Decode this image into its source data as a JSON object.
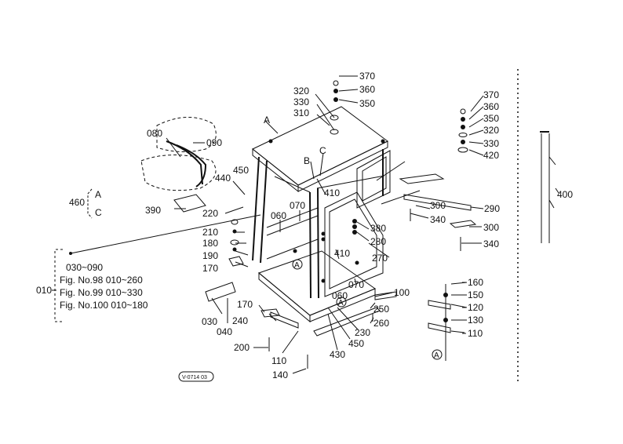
{
  "parts": {
    "p370a": "370",
    "p360a": "360",
    "p350a": "350",
    "p320a": "320",
    "p330a": "330",
    "p310": "310",
    "p080": "080",
    "p090": "090",
    "p440": "440",
    "p450a": "450",
    "p460": "460",
    "pA": "A",
    "pC": "C",
    "p390": "390",
    "p220": "220",
    "p210": "210",
    "p180": "180",
    "p190": "190",
    "p170a": "170",
    "p060a": "060",
    "p070a": "070",
    "p410a": "410",
    "p410b": "410",
    "p380": "380",
    "p280": "280",
    "p270": "270",
    "p070b": "070",
    "p060b": "060",
    "p100": "100",
    "p250": "250",
    "p260": "260",
    "p230": "230",
    "p450b": "450",
    "p430": "430",
    "p170b": "170",
    "p240": "240",
    "p030": "030",
    "p040": "040",
    "p200": "200",
    "p110a": "110",
    "p140": "140",
    "p300a": "300",
    "p290": "290",
    "p340a": "340",
    "p300b": "300",
    "p340b": "340",
    "p370b": "370",
    "p360b": "360",
    "p350b": "350",
    "p320b": "320",
    "p330b": "330",
    "p420": "420",
    "p400": "400",
    "p160": "160",
    "p150": "150",
    "p120": "120",
    "p130": "130",
    "p110b": "110"
  },
  "callouts": {
    "A1": "A",
    "B": "B",
    "C": "C",
    "circA1": "A",
    "circA2": "A",
    "circA3": "A"
  },
  "reference": {
    "line1": "030~090",
    "line2": "Fig. No.98  010~260",
    "line3": "Fig. No.99  010~330",
    "line4": "Fig. No.100  010~180",
    "prefix": "010"
  },
  "stamp": "V-0714 03"
}
